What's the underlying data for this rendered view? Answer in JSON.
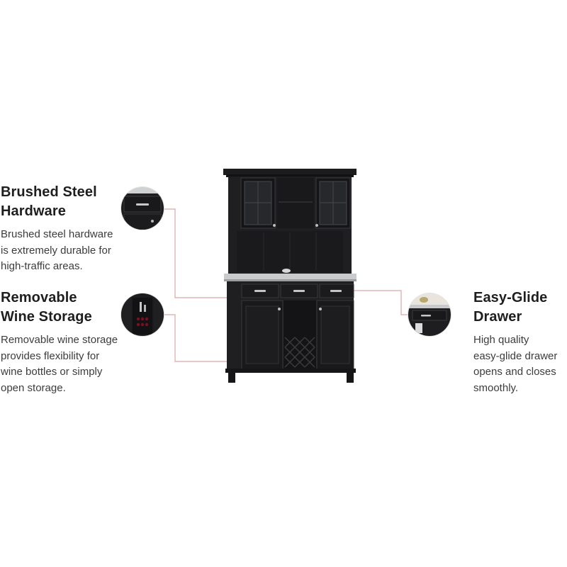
{
  "features": [
    {
      "title_lines": [
        "Brushed Steel",
        "Hardware"
      ],
      "description_lines": [
        "Brushed steel hardware",
        "is extremely durable for",
        "high-traffic areas."
      ]
    },
    {
      "title_lines": [
        "Removable",
        "Wine Storage"
      ],
      "description_lines": [
        "Removable wine storage",
        "provides flexibility for",
        "wine bottles or simply",
        "open storage."
      ]
    },
    {
      "title_lines": [
        "Easy-Glide",
        "Drawer"
      ],
      "description_lines": [
        "High quality",
        "easy-glide drawer",
        "opens and closes",
        "smoothly."
      ]
    }
  ],
  "colors": {
    "cabinet": "#1c1c1e",
    "steel_top": "#c9cbcd",
    "callout_line": "#d9a7a7",
    "heading": "#1e1e1e",
    "body_text": "#3c3c3c"
  }
}
